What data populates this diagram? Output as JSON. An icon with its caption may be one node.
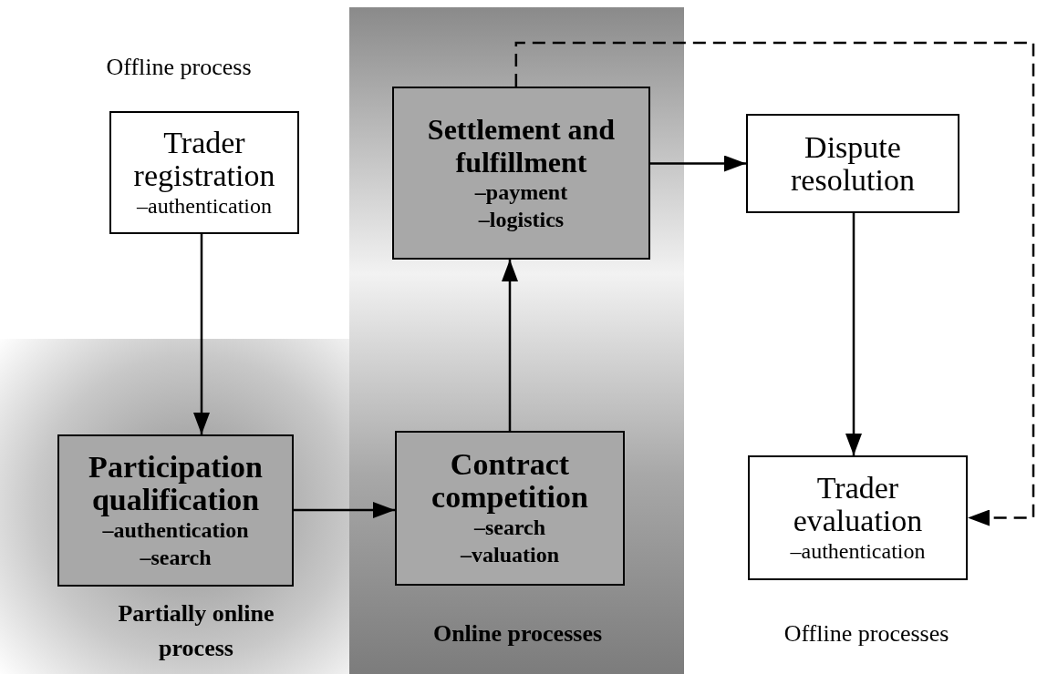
{
  "diagram": {
    "nodes": [
      {
        "text": [
          "Trader registration",
          "–authentication"
        ]
      },
      {
        "text": [
          "Participation qualification",
          "–authentication",
          "–search"
        ]
      },
      {
        "text": [
          "Contract competition",
          "–search",
          "–valuation"
        ]
      },
      {
        "text": [
          "Settlement and fulfillment",
          "–payment",
          "–logistics"
        ]
      },
      {
        "text": [
          "Dispute resolution"
        ]
      },
      {
        "text": [
          "Trader evaluation",
          "–authentication"
        ]
      }
    ],
    "edges": [
      {
        "from": 0,
        "to": 1,
        "arrow": "to"
      },
      {
        "from": 1,
        "to": 2,
        "arrow": "to"
      },
      {
        "from": 2,
        "to": 3,
        "arrow": "to"
      },
      {
        "from": 3,
        "to": 4,
        "arrow": "to"
      },
      {
        "from": 4,
        "to": 5,
        "arrow": "to"
      },
      {
        "from": 3,
        "to": 5,
        "arrow": "to",
        "style": "dashed"
      }
    ],
    "labels": [
      "Offline process",
      "Partially online process",
      "Online processes",
      "Offline processes"
    ]
  }
}
